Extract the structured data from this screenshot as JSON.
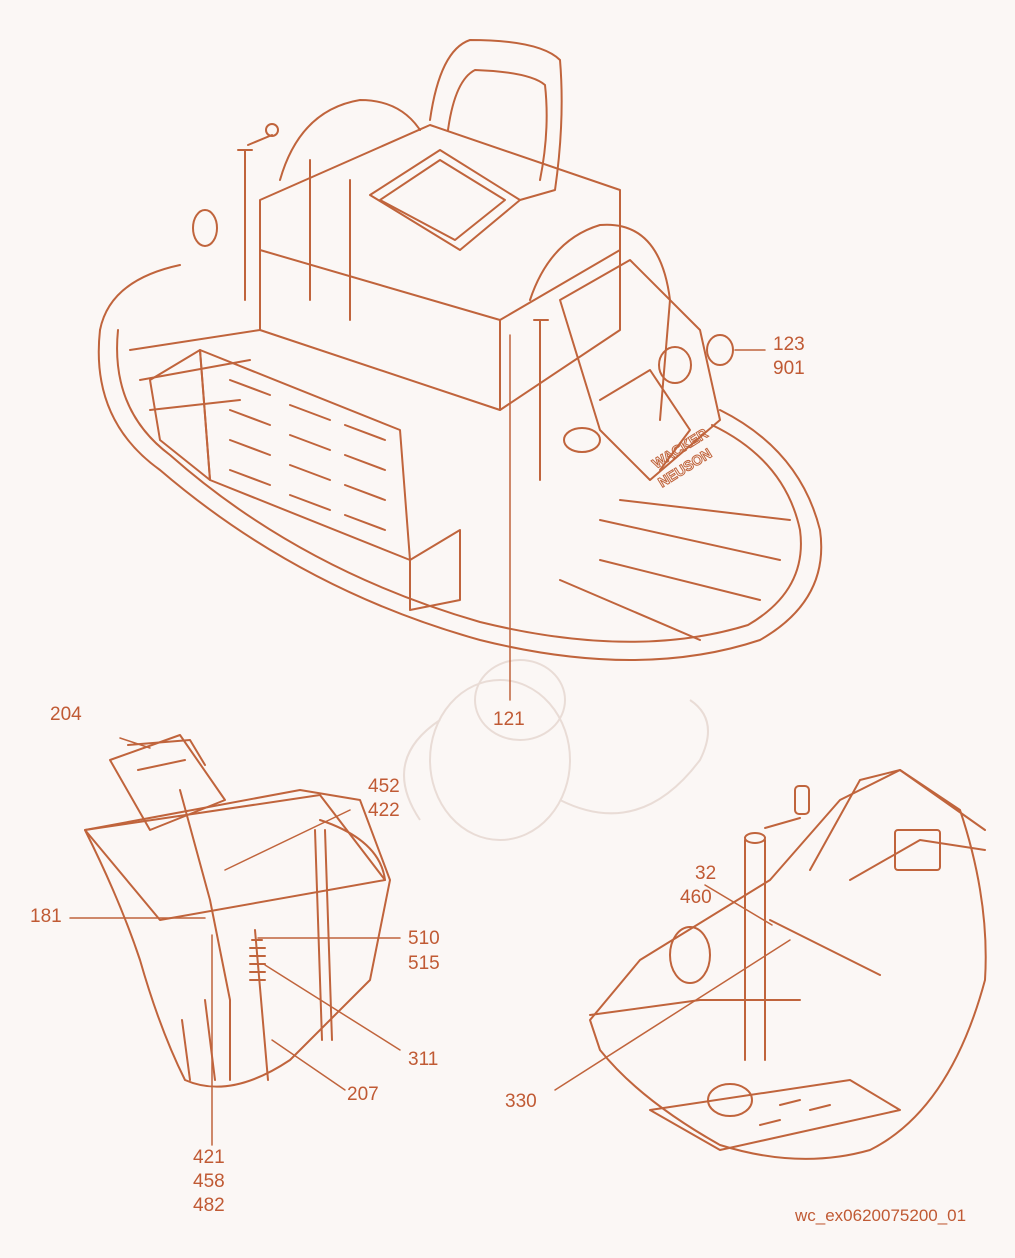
{
  "colors": {
    "line": "#c0643c",
    "text": "#c05a34",
    "background": "#fbf7f5",
    "watermark": "#e9dcd6"
  },
  "brand_decal": {
    "line1": "WACKER",
    "line2": "NEUSON"
  },
  "callouts": {
    "c123": "123",
    "c901": "901",
    "c121": "121",
    "c204": "204",
    "c452": "452",
    "c422": "422",
    "c181": "181",
    "c510": "510",
    "c515": "515",
    "c311": "311",
    "c207": "207",
    "c421": "421",
    "c458": "458",
    "c482": "482",
    "c32": "32",
    "c460": "460",
    "c330": "330"
  },
  "figure_id": "wc_ex0620075200_01"
}
